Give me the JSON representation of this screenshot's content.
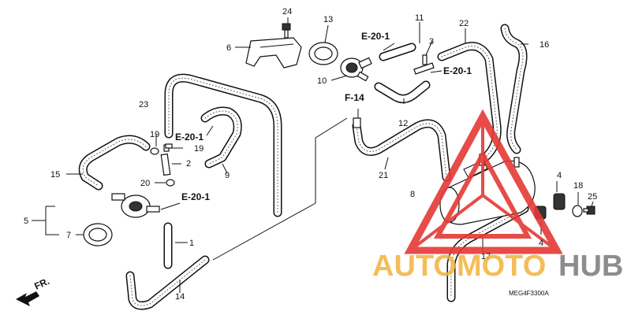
{
  "part_numbers": [
    {
      "id": "p1",
      "text": "1"
    },
    {
      "id": "p2",
      "text": "2"
    },
    {
      "id": "p3",
      "text": "3"
    },
    {
      "id": "p4a",
      "text": "4"
    },
    {
      "id": "p4b",
      "text": "4"
    },
    {
      "id": "p5",
      "text": "5"
    },
    {
      "id": "p6",
      "text": "6"
    },
    {
      "id": "p7",
      "text": "7"
    },
    {
      "id": "p8",
      "text": "8"
    },
    {
      "id": "p9",
      "text": "9"
    },
    {
      "id": "p10",
      "text": "10"
    },
    {
      "id": "p11",
      "text": "11"
    },
    {
      "id": "p12",
      "text": "12"
    },
    {
      "id": "p13",
      "text": "13"
    },
    {
      "id": "p14",
      "text": "14"
    },
    {
      "id": "p15",
      "text": "15"
    },
    {
      "id": "p16",
      "text": "16"
    },
    {
      "id": "p17",
      "text": "17"
    },
    {
      "id": "p18",
      "text": "18"
    },
    {
      "id": "p19a",
      "text": "19"
    },
    {
      "id": "p19b",
      "text": "19"
    },
    {
      "id": "p20",
      "text": "20"
    },
    {
      "id": "p21",
      "text": "21"
    },
    {
      "id": "p22",
      "text": "22"
    },
    {
      "id": "p23",
      "text": "23"
    },
    {
      "id": "p24",
      "text": "24"
    },
    {
      "id": "p25",
      "text": "25"
    }
  ],
  "references": {
    "e201_a": "E-20-1",
    "e201_b": "E-20-1",
    "e201_c": "E-20-1",
    "e201_d": "E-20-1",
    "f14": "F-14"
  },
  "front_label": "FR.",
  "diagram_code": "MEG4F3300A",
  "watermark": {
    "left": "AUTOMOTO",
    "right": "HUB",
    "left_color": "#f3b23a",
    "right_color": "#7a7a7a",
    "triangle_color": "#e53935"
  }
}
